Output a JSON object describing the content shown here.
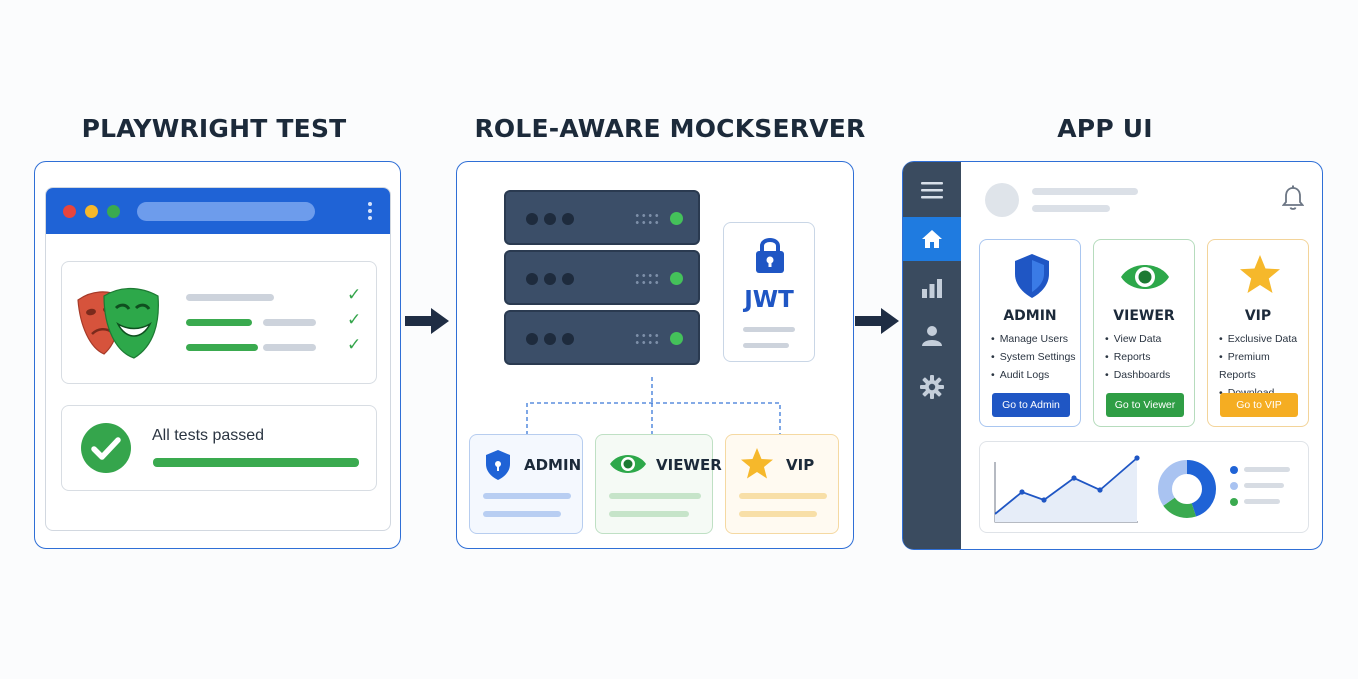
{
  "titles": {
    "playwright": "PLAYWRIGHT TEST",
    "mockserver": "ROLE-AWARE MOCKSERVER",
    "app": "APP UI"
  },
  "playwright": {
    "status_text": "All tests passed",
    "browser_dots": [
      "#e8453c",
      "#f6b82b",
      "#3aaa4f"
    ]
  },
  "mockserver": {
    "token_label": "JWT",
    "roles": [
      {
        "label": "ADMIN",
        "icon": "shield-icon",
        "color": "#1f63d6"
      },
      {
        "label": "VIEWER",
        "icon": "eye-icon",
        "color": "#3aaa4f"
      },
      {
        "label": "VIP",
        "icon": "star-icon",
        "color": "#f6b82b"
      }
    ]
  },
  "app": {
    "cards": [
      {
        "title": "ADMIN",
        "icon": "shield-icon",
        "items": [
          "Manage Users",
          "System Settings",
          "Audit Logs"
        ],
        "button": "Go to Admin",
        "color": "#1f63d6"
      },
      {
        "title": "VIEWER",
        "icon": "eye-icon",
        "items": [
          "View Data",
          "Reports",
          "Dashboards"
        ],
        "button": "Go to Viewer",
        "color": "#3aaa4f"
      },
      {
        "title": "VIP",
        "icon": "star-icon",
        "items": [
          "Exclusive Data",
          "Premium Reports",
          "Download"
        ],
        "button": "Go to VIP",
        "color": "#f6b82b"
      }
    ],
    "sidebar_icons": [
      "menu-icon",
      "home-icon",
      "chart-icon",
      "user-icon",
      "gear-icon"
    ]
  },
  "colors": {
    "accent": "#1f63d6",
    "success": "#3aaa4f",
    "warning": "#f6b82b",
    "navy": "#1c2a3a"
  }
}
